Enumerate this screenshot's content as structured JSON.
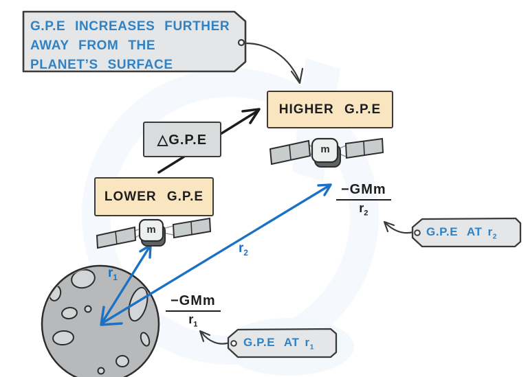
{
  "note_tag": {
    "lines": [
      "G.P.E INCREASES FURTHER",
      "AWAY FROM THE",
      "PLANET’S SURFACE"
    ]
  },
  "boxes": {
    "higher": "HIGHER G.P.E",
    "delta": "△G.P.E",
    "lower": "LOWER G.P.E"
  },
  "satellites": {
    "upper_mass": "m",
    "lower_mass": "m"
  },
  "radius_labels": {
    "r1": {
      "base": "r",
      "sub": "1"
    },
    "r2": {
      "base": "r",
      "sub": "2"
    }
  },
  "formulas": {
    "gpe_r2": {
      "numerator": "−GMm",
      "den_base": "r",
      "den_sub": "2"
    },
    "gpe_r1": {
      "numerator": "−GMm",
      "den_base": "r",
      "den_sub": "1"
    }
  },
  "value_tags": {
    "r2": {
      "prefix": "G.P.E AT",
      "r_base": "r",
      "r_sub": "2"
    },
    "r1": {
      "prefix": "G.P.E AT",
      "r_base": "r",
      "r_sub": "1"
    }
  },
  "colors": {
    "blue_text": "#2e82c5",
    "blue_arrow": "#1b72c4",
    "cream_box": "#f9e5c0",
    "gray_box": "#d9dcdd",
    "tag_gray": "#e4e6e7",
    "planet_gray": "#b7b9ba",
    "crater_gray": "#d3d5d6",
    "ink": "#1d1d1d"
  }
}
